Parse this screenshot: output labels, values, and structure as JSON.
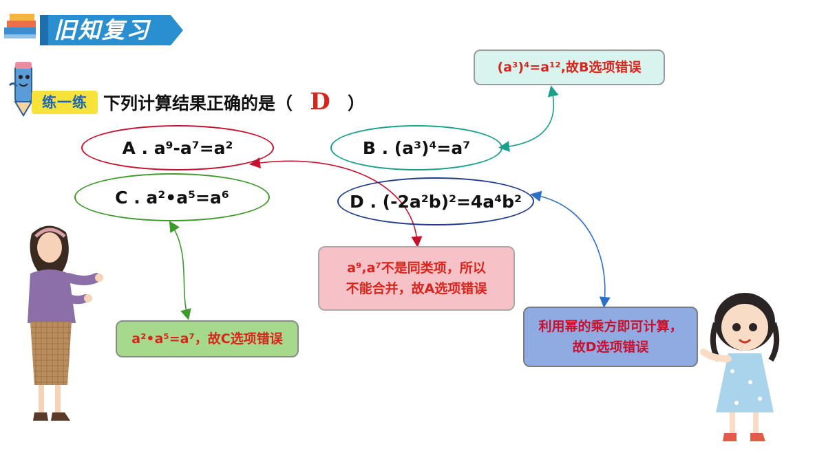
{
  "header": {
    "title": "旧知复习"
  },
  "practice": {
    "label": "练一练",
    "question": "下列计算结果正确的是",
    "paren_open": "（",
    "paren_close": "）",
    "answer": "D"
  },
  "options": {
    "a": "A . a⁹-a⁷=a²",
    "b": "B . (a³)⁴=a⁷",
    "c": "C . a²•a⁵=a⁶",
    "d": "D . (-2a²b)²=4a⁴b²"
  },
  "notes": {
    "a_line1": "a⁹,a⁷不是同类项，所以",
    "a_line2": "不能合并，故A选项错误",
    "b": "(a³)⁴=a¹²,故B选项错误",
    "c": "a²•a⁵=a⁷，故C选项错误",
    "d_line1": "利用幂的乘方即可计算，",
    "d_line2": "故D选项错误"
  },
  "colors": {
    "option_a_border": "#c8102e",
    "option_b_border": "#1aa08a",
    "option_c_border": "#3f9a2c",
    "option_d_border": "#1f3b8c",
    "answer_red": "#d9241c",
    "banner_blue": "#2a8fd0"
  },
  "icons": {
    "pencil_mascot": "pencil-mascot-icon",
    "books": "books-icon"
  }
}
